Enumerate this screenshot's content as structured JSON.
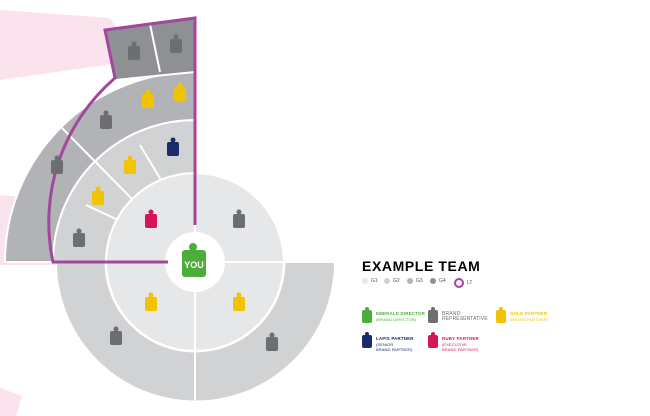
{
  "colors": {
    "emerald": "#4cae3a",
    "brand_rep": "#6d6e71",
    "gold": "#f2c300",
    "lapis": "#1b2a6b",
    "ruby": "#d6145a",
    "lt_outline": "#a2479a",
    "wash_pink": "#f9dbe8"
  },
  "center": {
    "label": "YOU"
  },
  "legend": {
    "title": "EXAMPLE TEAM",
    "generations": [
      {
        "label": "G1",
        "color": "#e6e7e8"
      },
      {
        "label": "G2",
        "color": "#d0d1d3"
      },
      {
        "label": "G3",
        "color": "#b1b3b6"
      },
      {
        "label": "G4",
        "color": "#8e9094"
      },
      {
        "label": "LT",
        "color": "#a2479a",
        "ring": true
      }
    ],
    "ranks": [
      {
        "line1": "EMERALD DIRECTOR",
        "line2": "(BRAND DIRECTOR)",
        "color": "#4cae3a",
        "icon": "emerald-director-icon"
      },
      {
        "line1": "BRAND",
        "line2": "REPRESENTATIVE",
        "color": "#6d6e71",
        "icon": "brand-representative-icon",
        "plain": true
      },
      {
        "line1": "GOLD PARTNER",
        "line2": "(BRAND PARTNER)",
        "color": "#f2c300",
        "icon": "gold-partner-icon"
      },
      {
        "line1": "LAPIS PARTNER",
        "line2": "(SENIOR\nBRAND PARTNER)",
        "color": "#1b2a6b",
        "icon": "lapis-partner-icon"
      },
      {
        "line1": "RUBY PARTNER",
        "line2": "(EXECUTIVE\nBRAND PARTNER)",
        "color": "#d6145a",
        "icon": "ruby-partner-icon"
      }
    ]
  },
  "team_nodes": [
    {
      "name": "g1-right",
      "rank": "brand_rep"
    },
    {
      "name": "g1-top-left",
      "rank": "ruby"
    },
    {
      "name": "g2-bottom-left",
      "rank": "gold"
    },
    {
      "name": "g2-bottom-right",
      "rank": "gold"
    },
    {
      "name": "g3-bottom-left",
      "rank": "brand_rep"
    },
    {
      "name": "g3-bottom-right",
      "rank": "brand_rep"
    },
    {
      "name": "lt-inner-1",
      "rank": "brand_rep"
    },
    {
      "name": "lt-inner-2",
      "rank": "gold"
    },
    {
      "name": "lt-inner-3",
      "rank": "gold"
    },
    {
      "name": "lt-inner-4",
      "rank": "lapis"
    },
    {
      "name": "lt-mid-1",
      "rank": "brand_rep"
    },
    {
      "name": "lt-mid-2",
      "rank": "brand_rep"
    },
    {
      "name": "lt-mid-3",
      "rank": "gold"
    },
    {
      "name": "lt-mid-4",
      "rank": "gold"
    },
    {
      "name": "lt-outer-1",
      "rank": "brand_rep"
    },
    {
      "name": "lt-outer-2",
      "rank": "brand_rep"
    }
  ]
}
